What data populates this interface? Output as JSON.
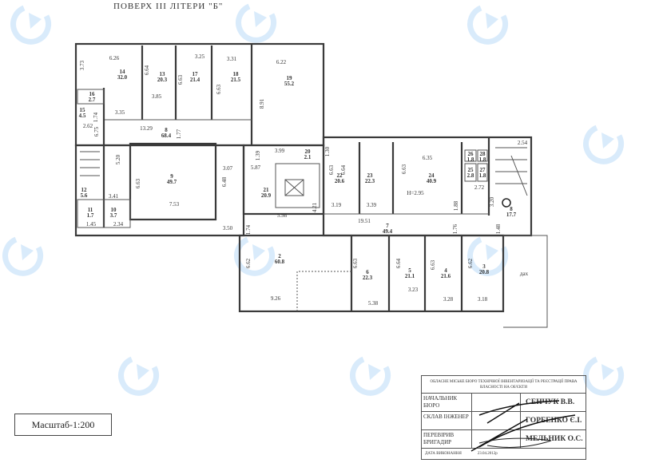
{
  "title": "ПОВЕРХ III ЛІТЕРИ \"Б\"",
  "scale": "Масштаб-1:200",
  "watermark_icon": "circular-arrow-logo",
  "watermark_color": "#cfe6fa",
  "rooms": [
    {
      "num": "14",
      "area": "32.0"
    },
    {
      "num": "13",
      "area": "20.3"
    },
    {
      "num": "17",
      "area": "21.4"
    },
    {
      "num": "18",
      "area": "21.5"
    },
    {
      "num": "19",
      "area": "55.2"
    },
    {
      "num": "16",
      "area": "2.7"
    },
    {
      "num": "15",
      "area": "4.5"
    },
    {
      "num": "8",
      "area": "68.4"
    },
    {
      "num": "9",
      "area": "49.7"
    },
    {
      "num": "12",
      "area": "5.6"
    },
    {
      "num": "11",
      "area": "1.7"
    },
    {
      "num": "10",
      "area": "3.7"
    },
    {
      "num": "20",
      "area": "2.1"
    },
    {
      "num": "21",
      "area": "20.9"
    },
    {
      "num": "22",
      "area": "20.6"
    },
    {
      "num": "23",
      "area": "22.3"
    },
    {
      "num": "24",
      "area": "40.9"
    },
    {
      "num": "26",
      "area": "1.8"
    },
    {
      "num": "28",
      "area": "1.8"
    },
    {
      "num": "25",
      "area": "2.8"
    },
    {
      "num": "27",
      "area": "1.8"
    },
    {
      "num": "8",
      "area": "17.7"
    },
    {
      "num": "7",
      "area": "49.4"
    },
    {
      "num": "2",
      "area": "60.8"
    },
    {
      "num": "6",
      "area": "22.3"
    },
    {
      "num": "5",
      "area": "21.1"
    },
    {
      "num": "4",
      "area": "21.6"
    },
    {
      "num": "3",
      "area": "20.8"
    }
  ],
  "dims": [
    "6.26",
    "3.73",
    "3.25",
    "3.31",
    "6.22",
    "6.64",
    "6.63",
    "6.63",
    "8.91",
    "3.85",
    "3.35",
    "1.74",
    "13.29",
    "1.77",
    "2.62",
    "6.75",
    "5.20",
    "6.63",
    "3.07",
    "6.48",
    "7.53",
    "3.41",
    "1.45",
    "2.34",
    "3.50",
    "1.74",
    "1.39",
    "3.99",
    "1.30",
    "5.87",
    "4.21",
    "5.98",
    "6.63",
    "6.64",
    "3.19",
    "3.39",
    "6.35",
    "6.63",
    "H=2.95",
    "1.88",
    "2.54",
    "2.72",
    "3.20",
    "19.51",
    "1.76",
    "1.48",
    "6.62",
    "9.26",
    "6.63",
    "5.38",
    "6.64",
    "3.23",
    "6.63",
    "3.28",
    "6.62",
    "3.18"
  ],
  "roof_label": "дах",
  "stamp": {
    "header": "ОБЛАСНЕ МІСЬКЕ БЮРО ТЕХНІЧНОЇ ІНВЕНТАРИЗАЦІЇ ТА РЕЄСТРАЦІЇ ПРАВА ВЛАСНОСТІ НА ОБ'ЄКТИ",
    "rows": [
      {
        "role": "НАЧАЛЬНИК БЮРО",
        "name": "СЕНЧУК В.В."
      },
      {
        "role": "СКЛАВ ІНЖЕНЕР",
        "name": "ГОРБЕНКО Є.І."
      },
      {
        "role": "ПЕРЕВІРИВ БРИГАДИР",
        "name": "МЕЛЬНИК О.С."
      }
    ],
    "date_label": "ДАТА ВИКОНАННЯ",
    "date": "23.04.2012р"
  }
}
